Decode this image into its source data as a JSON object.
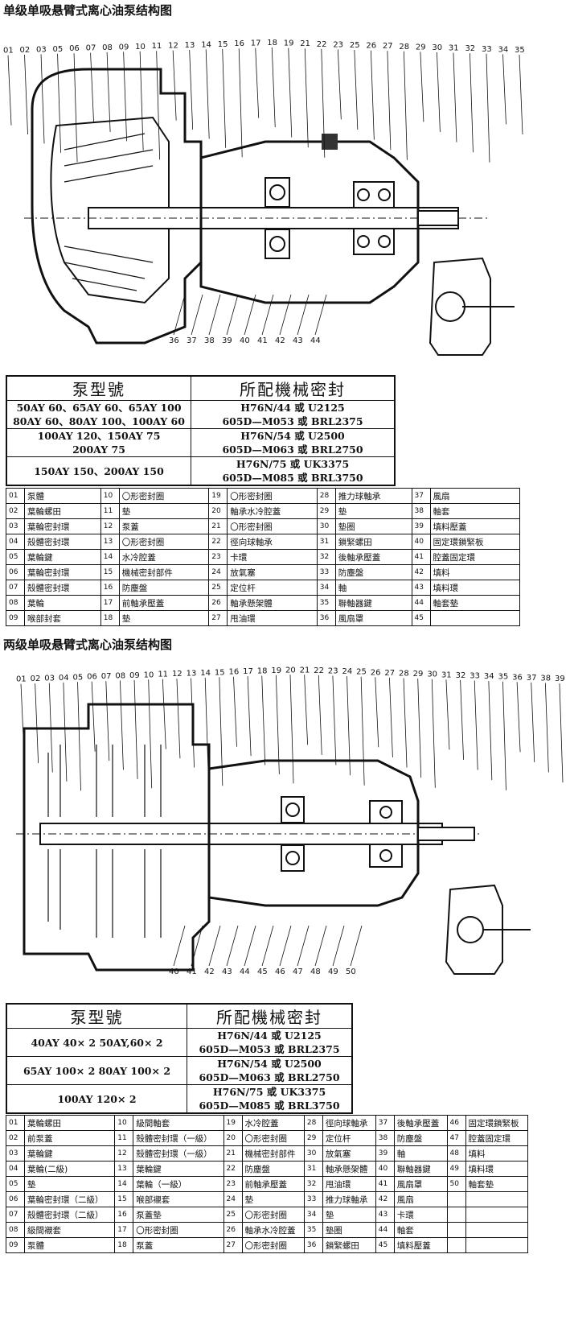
{
  "titles": {
    "top": "单级单吸悬臂式离心油泵结构图",
    "bottom": "两级单吸悬臂式离心油泵结构图"
  },
  "diagram1_callouts": [
    "01",
    "02",
    "03",
    "05",
    "06",
    "07",
    "08",
    "09",
    "10",
    "11",
    "12",
    "13",
    "14",
    "15",
    "16",
    "17",
    "18",
    "19",
    "21",
    "22",
    "23",
    "25",
    "26",
    "27",
    "28",
    "29",
    "30",
    "31",
    "32",
    "33",
    "34",
    "35",
    "36",
    "37",
    "38",
    "39",
    "40",
    "41",
    "42",
    "43",
    "44"
  ],
  "diagram2_callouts": [
    "01",
    "02",
    "03",
    "04",
    "05",
    "06",
    "07",
    "08",
    "09",
    "10",
    "11",
    "12",
    "13",
    "14",
    "15",
    "16",
    "17",
    "18",
    "19",
    "20",
    "21",
    "22",
    "23",
    "24",
    "25",
    "26",
    "27",
    "28",
    "29",
    "30",
    "31",
    "32",
    "33",
    "34",
    "35",
    "36",
    "37",
    "38",
    "39",
    "40",
    "41",
    "42",
    "43",
    "44",
    "45",
    "46",
    "47",
    "48",
    "49",
    "50"
  ],
  "table1": {
    "header": [
      "泵型號",
      "所配機械密封"
    ],
    "rows": [
      {
        "model": [
          "50AY 60、65AY 60、65AY 100",
          "80AY 60、80AY 100、100AY 60"
        ],
        "seal": [
          "H76N/44 或 U2125",
          "605D—M053 或 BRL2375"
        ]
      },
      {
        "model": [
          "100AY 120、150AY 75",
          "200AY 75"
        ],
        "seal": [
          "H76N/54 或 U2500",
          "605D—M063 或 BRL2750"
        ]
      },
      {
        "model": [
          "150AY 150、200AY 150"
        ],
        "seal": [
          "H76N/75 或 UK3375",
          "605D—M085 或 BRL3750"
        ]
      }
    ]
  },
  "parts1": [
    [
      "01",
      "泵體",
      "10",
      "〇形密封圈",
      "19",
      "〇形密封圈",
      "28",
      "推力球軸承",
      "37",
      "風扇"
    ],
    [
      "02",
      "葉輪螺田",
      "11",
      "墊",
      "20",
      "軸承水冷腔蓋",
      "29",
      "墊",
      "38",
      "軸套"
    ],
    [
      "03",
      "葉輪密封環",
      "12",
      "泵蓋",
      "21",
      "〇形密封圈",
      "30",
      "墊圈",
      "39",
      "填料壓蓋"
    ],
    [
      "04",
      "殼體密封環",
      "13",
      "〇形密封圈",
      "22",
      "徑向球軸承",
      "31",
      "鎖緊螺田",
      "40",
      "固定環鎖緊板"
    ],
    [
      "05",
      "葉輪鍵",
      "14",
      "水冷腔蓋",
      "23",
      "卡環",
      "32",
      "後軸承壓蓋",
      "41",
      "腔蓋固定環"
    ],
    [
      "06",
      "葉輪密封環",
      "15",
      "機械密封部件",
      "24",
      "放氣塞",
      "33",
      "防塵盤",
      "42",
      "填料"
    ],
    [
      "07",
      "殼體密封環",
      "16",
      "防塵盤",
      "25",
      "定位杆",
      "34",
      "軸",
      "43",
      "填料環"
    ],
    [
      "08",
      "葉輪",
      "17",
      "前軸承壓蓋",
      "26",
      "軸承懸架體",
      "35",
      "聯軸器鍵",
      "44",
      "軸套墊"
    ],
    [
      "09",
      "喉部封套",
      "18",
      "墊",
      "27",
      "甩油環",
      "36",
      "風扇罩",
      "45",
      ""
    ]
  ],
  "table2": {
    "header": [
      "泵型號",
      "所配機械密封"
    ],
    "rows": [
      {
        "model": [
          "40AY 40× 2 50AY,60× 2"
        ],
        "seal": [
          "H76N/44 或 U2125",
          "605D—M053 或 BRL2375"
        ]
      },
      {
        "model": [
          "65AY 100× 2 80AY 100× 2"
        ],
        "seal": [
          "H76N/54 或 U2500",
          "605D—M063 或 BRL2750"
        ]
      },
      {
        "model": [
          "100AY 120× 2"
        ],
        "seal": [
          "H76N/75 或 UK3375",
          "605D—M085 或 BRL3750"
        ]
      }
    ]
  },
  "parts2": [
    [
      "01",
      "葉輪螺田",
      "10",
      "級間軸套",
      "19",
      "水冷腔蓋",
      "28",
      "徑向球軸承",
      "37",
      "後軸承壓蓋",
      "46",
      "固定環鎖緊板"
    ],
    [
      "02",
      "前泵蓋",
      "11",
      "殼體密封環（一級）",
      "20",
      "〇形密封圈",
      "29",
      "定位杆",
      "38",
      "防塵盤",
      "47",
      "腔蓋固定環"
    ],
    [
      "03",
      "葉輪鍵",
      "12",
      "殼體密封環（一級）",
      "21",
      "機械密封部件",
      "30",
      "放氣塞",
      "39",
      "軸",
      "48",
      "填料"
    ],
    [
      "04",
      "葉輪(二級)",
      "13",
      "葉輪鍵",
      "22",
      "防塵盤",
      "31",
      "軸承懸架體",
      "40",
      "聯軸器鍵",
      "49",
      "填料環"
    ],
    [
      "05",
      "墊",
      "14",
      "葉輪（一級）",
      "23",
      "前軸承壓蓋",
      "32",
      "甩油環",
      "41",
      "風扇罩",
      "50",
      "軸套墊"
    ],
    [
      "06",
      "葉輪密封環（二級）",
      "15",
      "喉部襯套",
      "24",
      "墊",
      "33",
      "推力球軸承",
      "42",
      "風扇",
      "",
      ""
    ],
    [
      "07",
      "殼體密封環（二級）",
      "16",
      "泵蓋墊",
      "25",
      "〇形密封圈",
      "34",
      "墊",
      "43",
      "卡環",
      "",
      ""
    ],
    [
      "08",
      "級間襯套",
      "17",
      "〇形密封圈",
      "26",
      "軸承水冷腔蓋",
      "35",
      "墊圈",
      "44",
      "軸套",
      "",
      ""
    ],
    [
      "09",
      "泵體",
      "18",
      "泵蓋",
      "27",
      "〇形密封圈",
      "36",
      "鎖緊螺田",
      "45",
      "填料壓蓋",
      "",
      ""
    ]
  ]
}
